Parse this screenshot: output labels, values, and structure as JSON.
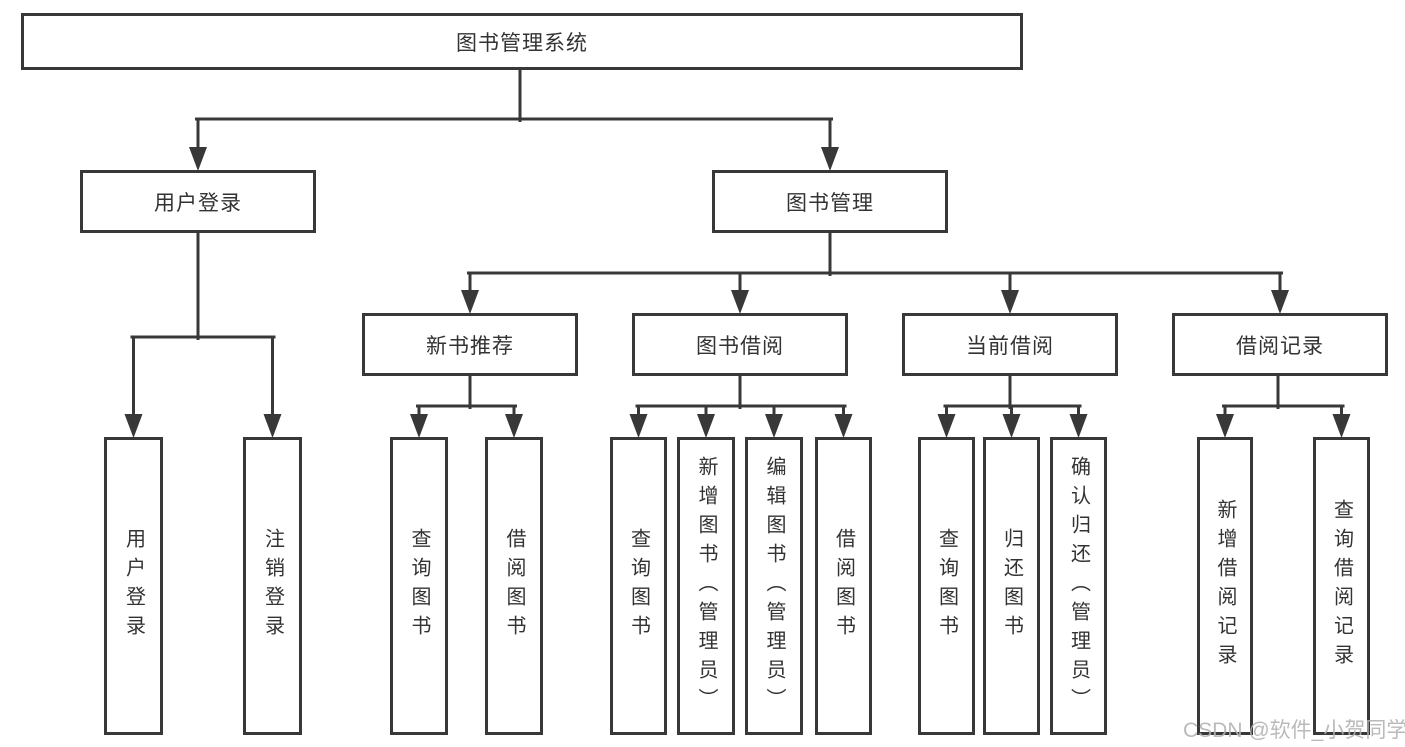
{
  "diagram": {
    "root": "图书管理系统",
    "level2": [
      "用户登录",
      "图书管理"
    ],
    "level3": [
      "新书推荐",
      "图书借阅",
      "当前借阅",
      "借阅记录"
    ],
    "groups": [
      {
        "parent": "用户登录",
        "children": [
          "用户登录",
          "注销登录"
        ]
      },
      {
        "parent": "新书推荐",
        "children": [
          "查询图书",
          "借阅图书"
        ]
      },
      {
        "parent": "图书借阅",
        "children": [
          "查询图书",
          "新增图书（管理员）",
          "编辑图书（管理员）",
          "借阅图书"
        ]
      },
      {
        "parent": "当前借阅",
        "children": [
          "查询图书",
          "归还图书",
          "确认归还（管理员）"
        ]
      },
      {
        "parent": "借阅记录",
        "children": [
          "新增借阅记录",
          "查询借阅记录"
        ]
      }
    ]
  },
  "watermark": {
    "text": "CSDN @软件_小贺同学"
  },
  "colors": {
    "line": "#383838",
    "text": "#333333",
    "box_background": "#ffffff",
    "page_background": "#ffffff",
    "watermark": "#b3b3b3"
  }
}
